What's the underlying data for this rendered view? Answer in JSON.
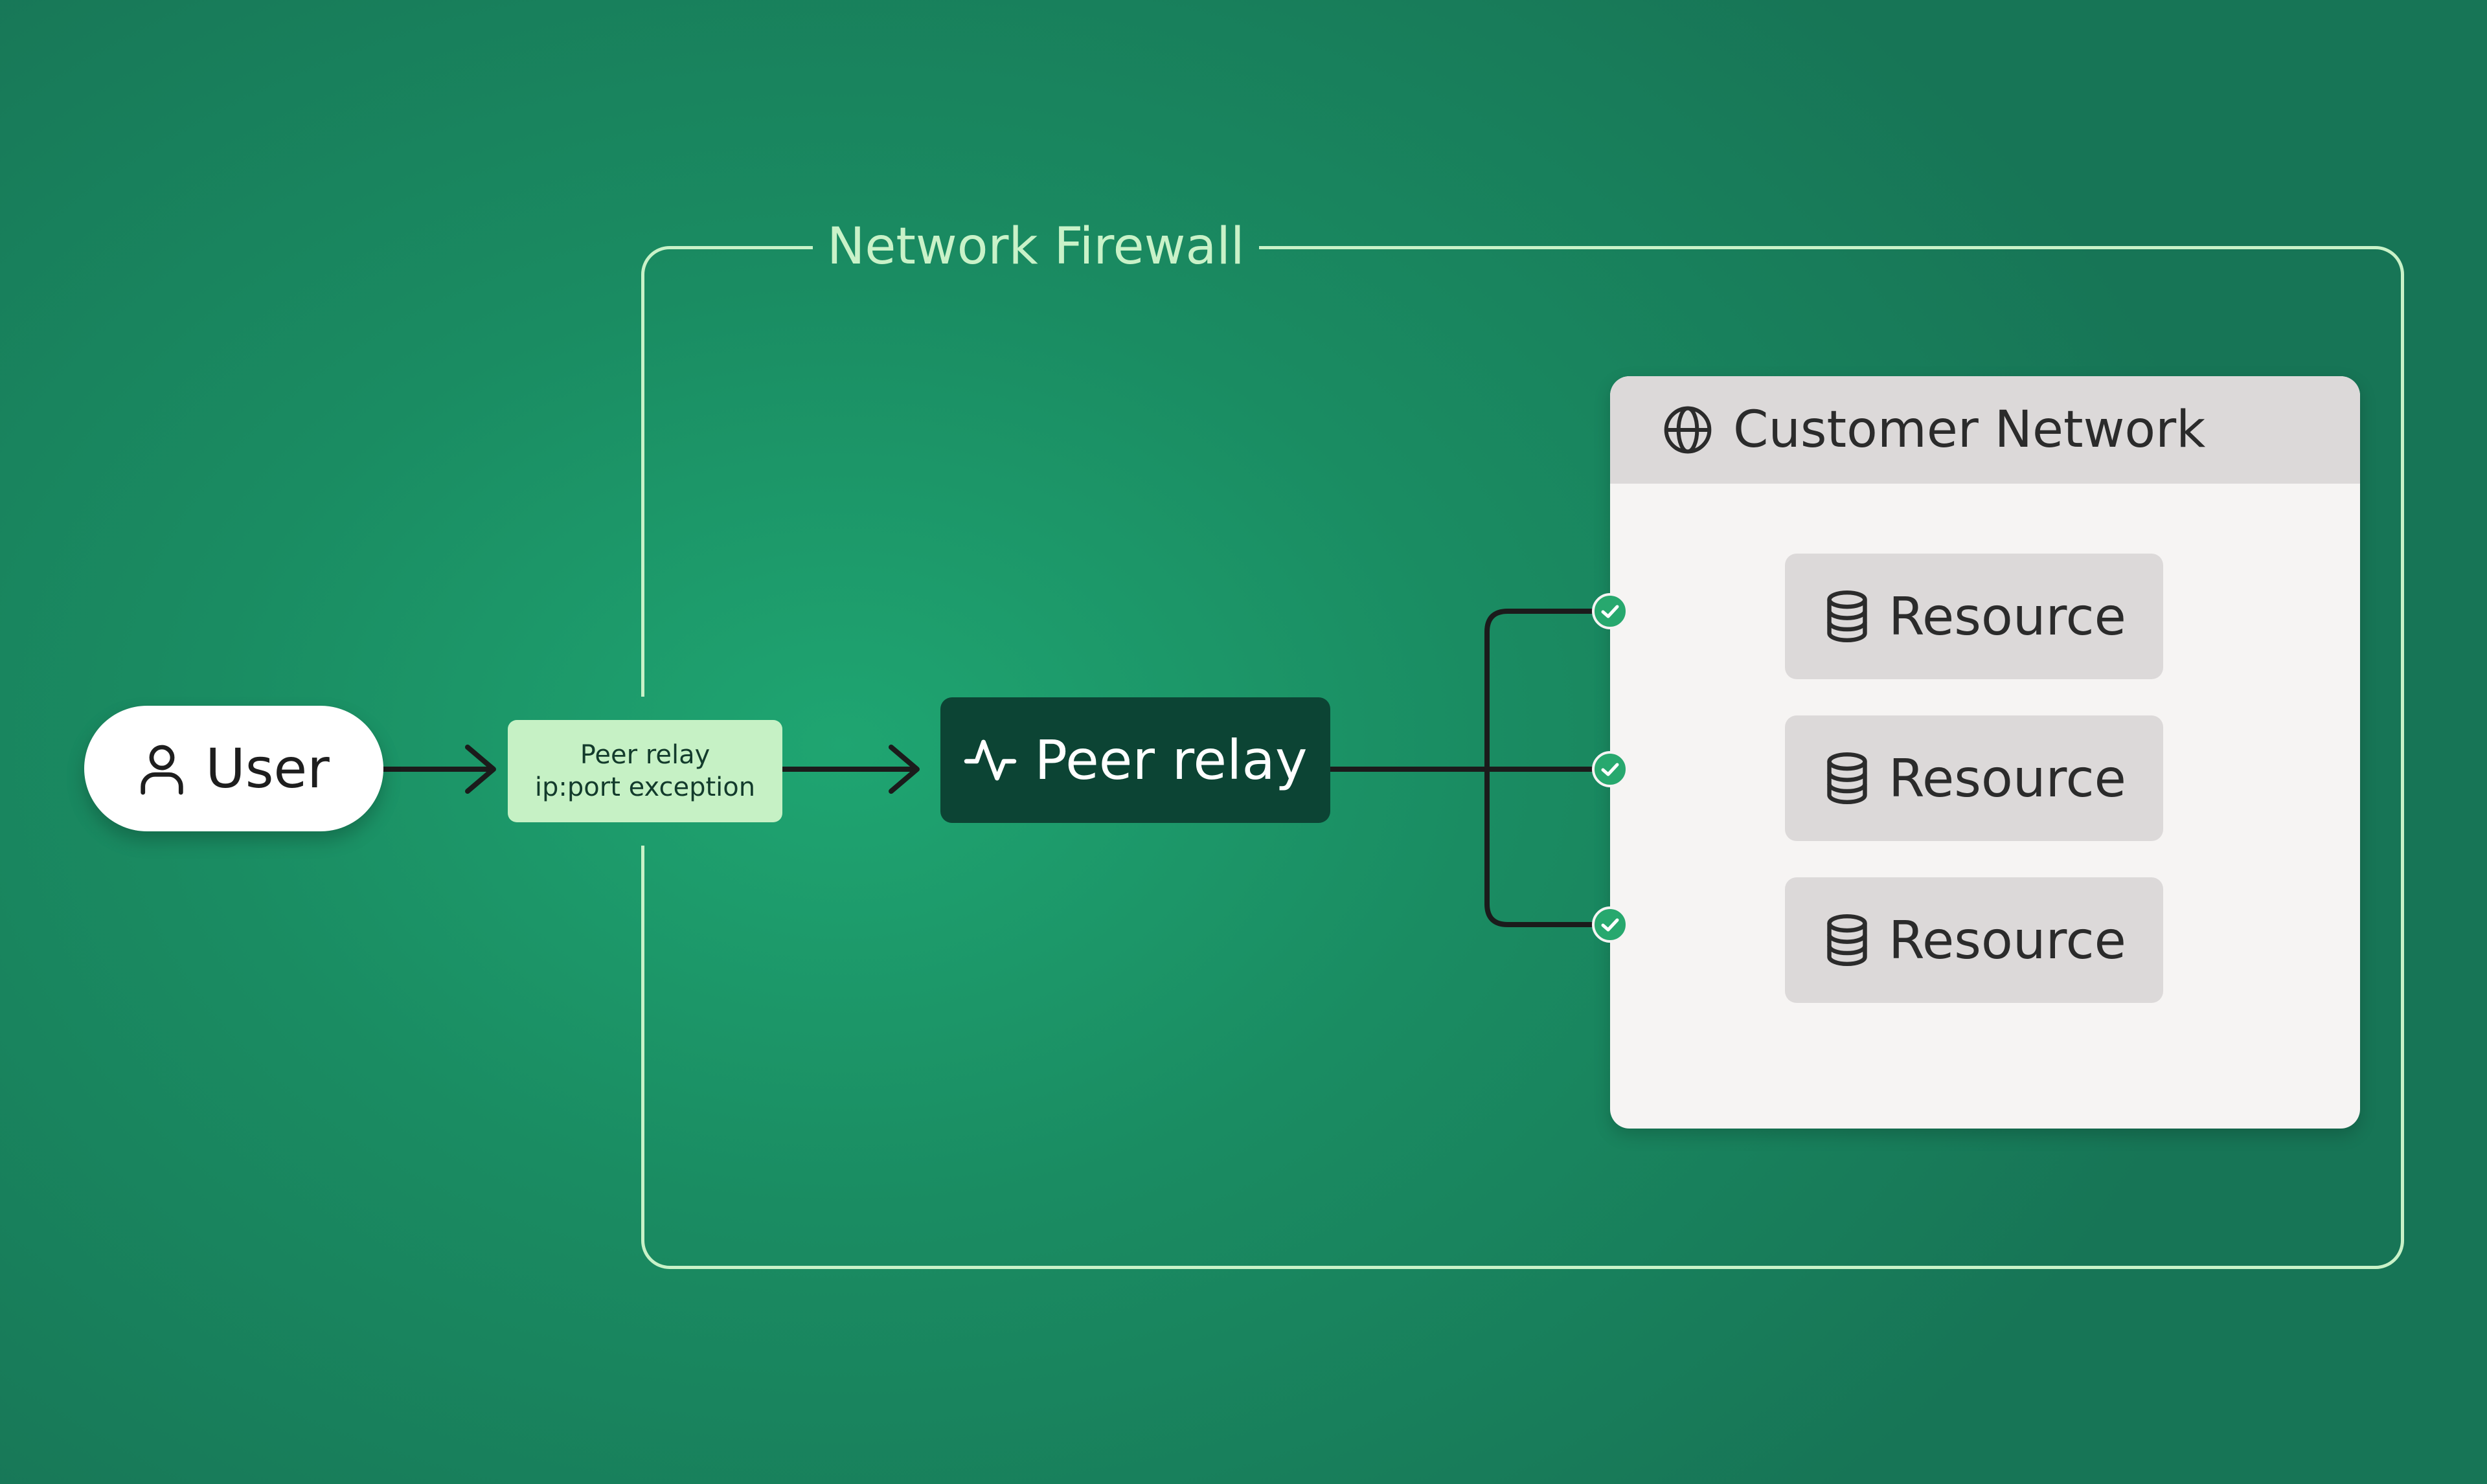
{
  "firewall": {
    "label": "Network Firewall"
  },
  "user": {
    "label": "User",
    "icon": "user-icon"
  },
  "exception": {
    "line1": "Peer relay",
    "line2": "ip:port exception"
  },
  "relay": {
    "label": "Peer relay",
    "icon": "activity-pulse-icon"
  },
  "customer_network": {
    "title": "Customer Network",
    "icon": "globe-icon",
    "resources": [
      {
        "label": "Resource",
        "icon": "database-icon"
      },
      {
        "label": "Resource",
        "icon": "database-icon"
      },
      {
        "label": "Resource",
        "icon": "database-icon"
      }
    ]
  },
  "colors": {
    "frame": "#c9f2c8",
    "relay_bg": "#0c4434",
    "tag_bg": "#c6f1c5",
    "check": "#27a86e",
    "line": "#1b1b1b"
  }
}
